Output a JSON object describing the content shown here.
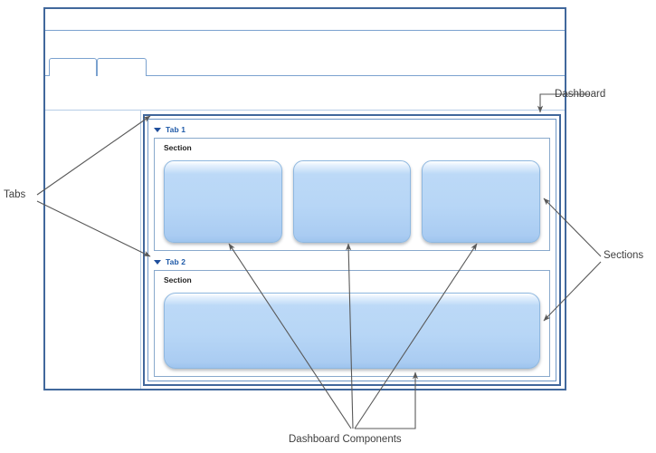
{
  "diagram": {
    "title": "Dashboard anatomy diagram",
    "colors": {
      "frame_border": "#41689c",
      "inner_border": "#6e97c6",
      "section_border": "#89a9cc",
      "tab_text": "#1f5aa8",
      "component_fill": "#b7d6f6",
      "component_border": "#8fb8e0",
      "annotation_line": "#595959",
      "annotation_text": "#3f3f3f"
    }
  },
  "app_window": {
    "tabstrip": {
      "tabs": [
        {
          "label": ""
        },
        {
          "label": ""
        }
      ]
    }
  },
  "dashboard": {
    "tabs": [
      {
        "label": "Tab 1",
        "caret": "caret-down-icon",
        "section": {
          "title": "Section",
          "components": [
            {
              "name": "component-1",
              "label": ""
            },
            {
              "name": "component-2",
              "label": ""
            },
            {
              "name": "component-3",
              "label": ""
            }
          ]
        }
      },
      {
        "label": "Tab 2",
        "caret": "caret-down-icon",
        "section": {
          "title": "Section",
          "components": [
            {
              "name": "component-4",
              "label": ""
            }
          ]
        }
      }
    ]
  },
  "annotations": {
    "tabs": "Tabs",
    "dashboard": "Dashboard",
    "sections": "Sections",
    "components": "Dashboard Components"
  }
}
